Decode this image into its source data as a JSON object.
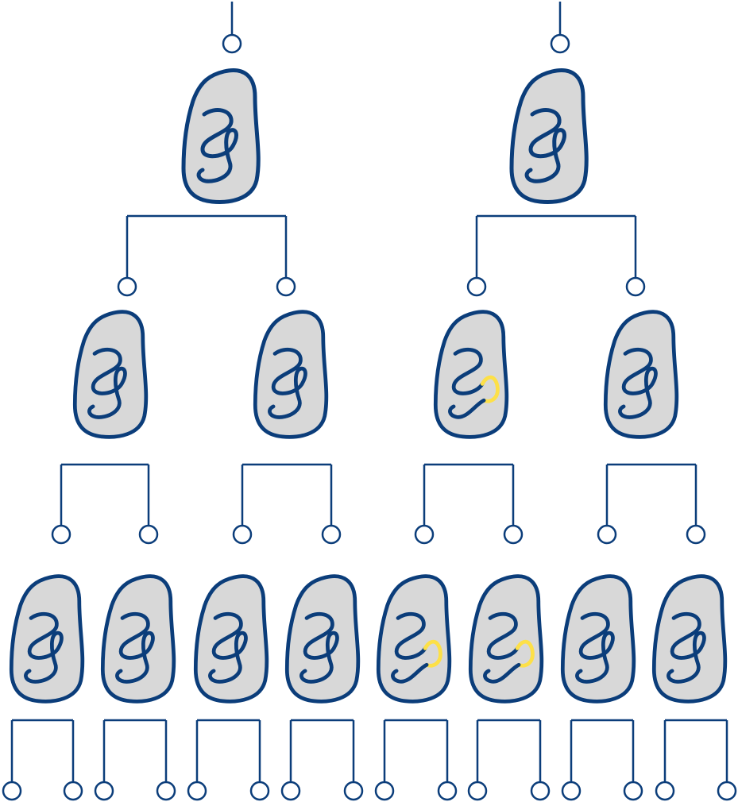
{
  "colors": {
    "background": "#ffffff",
    "cell_fill": "#d8d8d8",
    "outline": "#0b3d7a",
    "dna_normal": "#0b3d7a",
    "dna_inserted": "#fde047"
  },
  "diagram": {
    "generations": [
      {
        "level": 1,
        "cells": [
          {
            "id": "g1-c1",
            "has_insert": false
          },
          {
            "id": "g1-c2",
            "has_insert": false
          }
        ]
      },
      {
        "level": 2,
        "cells": [
          {
            "id": "g2-c1",
            "has_insert": false
          },
          {
            "id": "g2-c2",
            "has_insert": false
          },
          {
            "id": "g2-c3",
            "has_insert": true
          },
          {
            "id": "g2-c4",
            "has_insert": false
          }
        ]
      },
      {
        "level": 3,
        "cells": [
          {
            "id": "g3-c1",
            "has_insert": false
          },
          {
            "id": "g3-c2",
            "has_insert": false
          },
          {
            "id": "g3-c3",
            "has_insert": false
          },
          {
            "id": "g3-c4",
            "has_insert": false
          },
          {
            "id": "g3-c5",
            "has_insert": true
          },
          {
            "id": "g3-c6",
            "has_insert": true
          },
          {
            "id": "g3-c7",
            "has_insert": false
          },
          {
            "id": "g3-c8",
            "has_insert": false
          }
        ]
      }
    ]
  }
}
